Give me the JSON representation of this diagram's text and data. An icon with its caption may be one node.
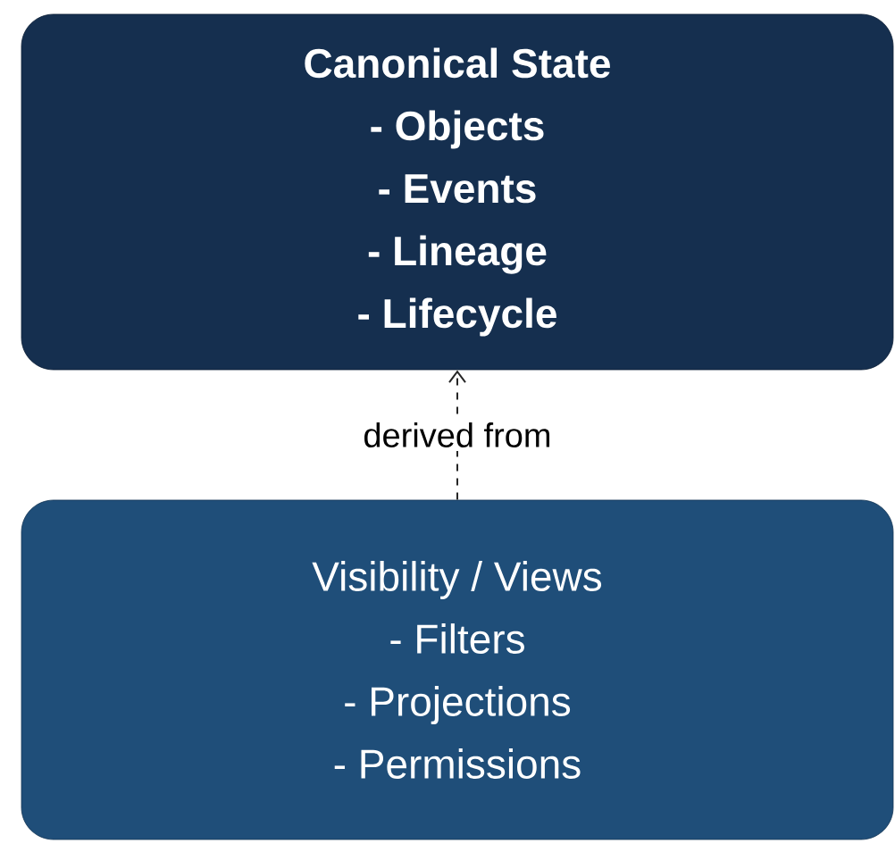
{
  "diagram": {
    "nodes": [
      {
        "text": [
          "Canonical State",
          "- Objects",
          "- Events",
          "- Lineage",
          "- Lifecycle"
        ]
      },
      {
        "text": [
          "Visibility / Views",
          "- Filters",
          "- Projections",
          "- Permissions"
        ]
      }
    ],
    "edges": [
      {
        "from": 1,
        "to": 0,
        "arrow": "to",
        "label": "derived from",
        "style": "dashed"
      }
    ]
  }
}
